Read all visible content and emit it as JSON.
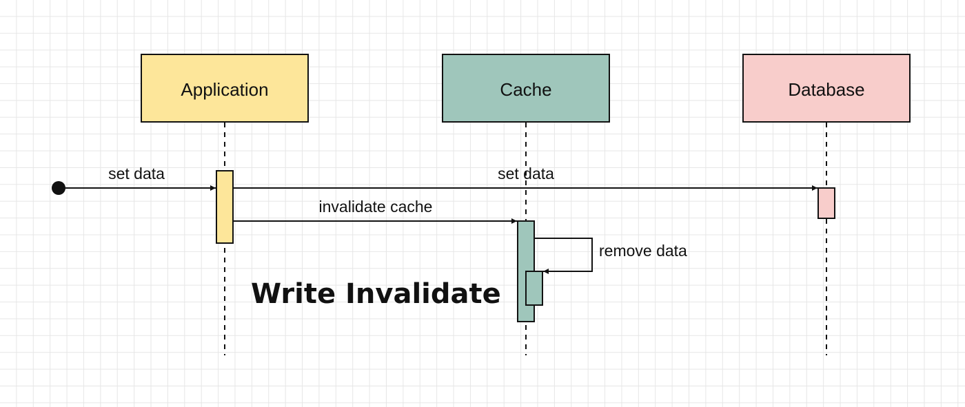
{
  "actors": [
    {
      "id": "app",
      "label": "Application",
      "fill": "#fde69a"
    },
    {
      "id": "cache",
      "label": "Cache",
      "fill": "#9fc6bb"
    },
    {
      "id": "db",
      "label": "Database",
      "fill": "#f8cdcb"
    }
  ],
  "messages": {
    "entry": "set data",
    "app_to_db": "set data",
    "app_to_cache": "invalidate cache",
    "cache_self": "remove data"
  },
  "title": "Write Invalidate"
}
